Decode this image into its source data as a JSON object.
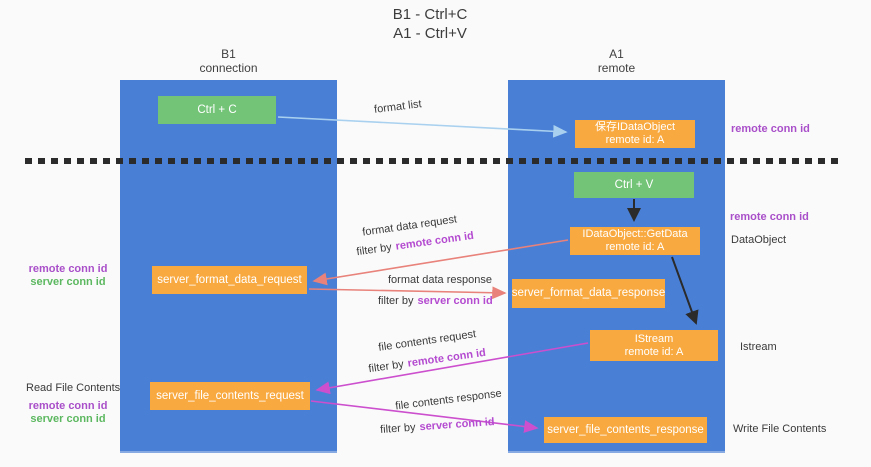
{
  "title": {
    "line1": "B1 - Ctrl+C",
    "line2": "A1 - Ctrl+V"
  },
  "columns": {
    "left": {
      "name": "B1",
      "subtitle": "connection"
    },
    "right": {
      "name": "A1",
      "subtitle": "remote"
    }
  },
  "nodes": {
    "ctrl_c": "Ctrl + C",
    "ctrl_v": "Ctrl + V",
    "save_dataobject": {
      "line1": "保存IDataObject",
      "line2": "remote id: A"
    },
    "getdata": {
      "line1": "IDataObject::GetData",
      "line2": "remote id: A"
    },
    "istream": {
      "line1": "IStream",
      "line2": "remote id: A"
    },
    "server_format_data_request": "server_format_data_request",
    "server_format_data_response": "server_format_data_response",
    "server_file_contents_request": "server_file_contents_request",
    "server_file_contents_response": "server_file_contents_response"
  },
  "arrow_labels": {
    "format_list": "format list",
    "format_data_request": "format data request",
    "format_data_response": "format data response",
    "file_contents_request": "file contents request",
    "file_contents_response": "file contents response",
    "filter_by": "filter by"
  },
  "side_labels": {
    "remote_conn_id": "remote conn id",
    "server_conn_id": "server conn id",
    "dataobject": "DataObject",
    "istream": "Istream",
    "read_file_contents": "Read File Contents",
    "write_file_contents": "Write File Contents"
  },
  "colors": {
    "lane_blue": "#4a7fd6",
    "node_green": "#74c478",
    "node_orange": "#f8a940",
    "arrow_light_blue": "#a9d1ef",
    "arrow_salmon": "#e8827a",
    "arrow_magenta": "#cc4fce",
    "arrow_black": "#2b2b2b",
    "label_purple": "#a94fc9",
    "label_green": "#5cb860"
  }
}
